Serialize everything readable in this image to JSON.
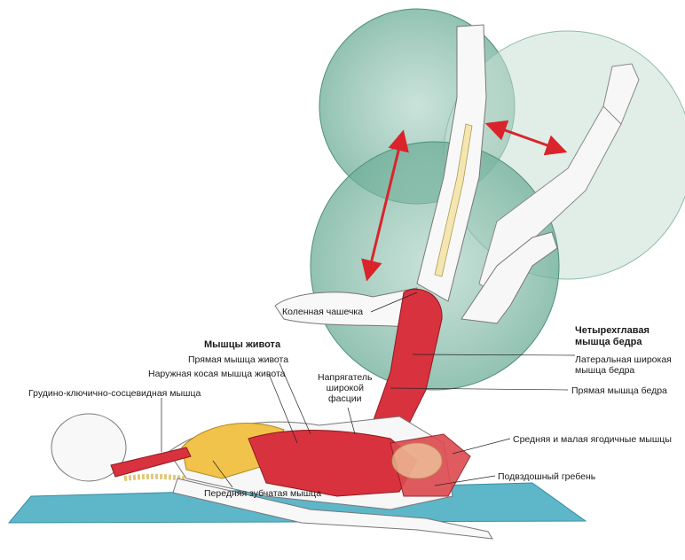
{
  "colors": {
    "circle_fill": "#7fb9a4",
    "mat": "#5eb6c9",
    "muscle": "#d8323e",
    "skin": "#fbfbfb",
    "leotard": "#f2c34a",
    "arrow": "#d9242b",
    "bone": "#f3e6b0"
  },
  "labels": {
    "kneecap": "Коленная чашечка",
    "abdominal_header": "Мышцы живота",
    "rectus_abdominis": "Прямая мышца живота",
    "external_oblique": "Наружная косая мышца живота",
    "sternocleidomastoid": "Грудино-ключично-сосцевидная мышца",
    "tensor_fasciae_latae": "Напрягатель\nширокой\nфасции",
    "quadriceps_header": "Четырехглавая\nмышца бедра",
    "vastus_lateralis": "Латеральная широкая\nмышца бедра",
    "rectus_femoris": "Прямая мышца бедра",
    "gluteus": "Средняя и малая ягодичные мышцы",
    "iliac_crest": "Подвздошный гребень",
    "serratus_anterior": "Передняя зубчатая мышца"
  }
}
